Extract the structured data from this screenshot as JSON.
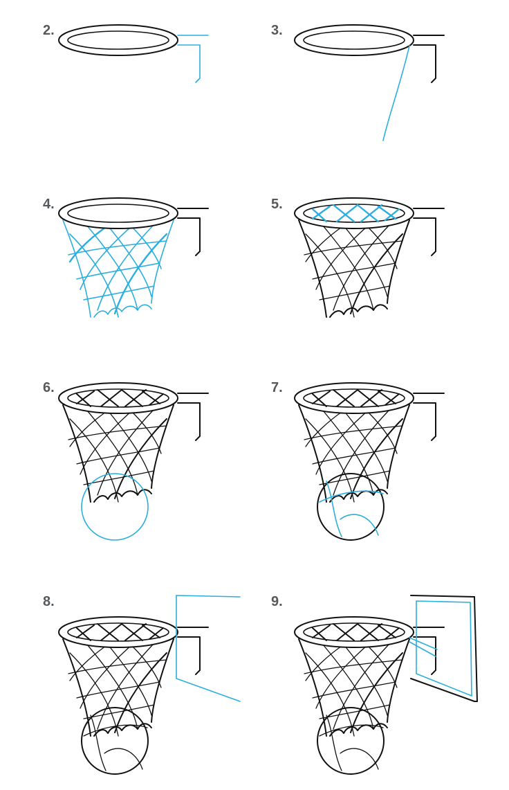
{
  "steps": [
    {
      "label": "2."
    },
    {
      "label": "3."
    },
    {
      "label": "4."
    },
    {
      "label": "5."
    },
    {
      "label": "6."
    },
    {
      "label": "7."
    },
    {
      "label": "8."
    },
    {
      "label": "9."
    }
  ],
  "colors": {
    "new_stroke": "#2aaede",
    "ink": "#111111",
    "step_number": "#55595c"
  }
}
